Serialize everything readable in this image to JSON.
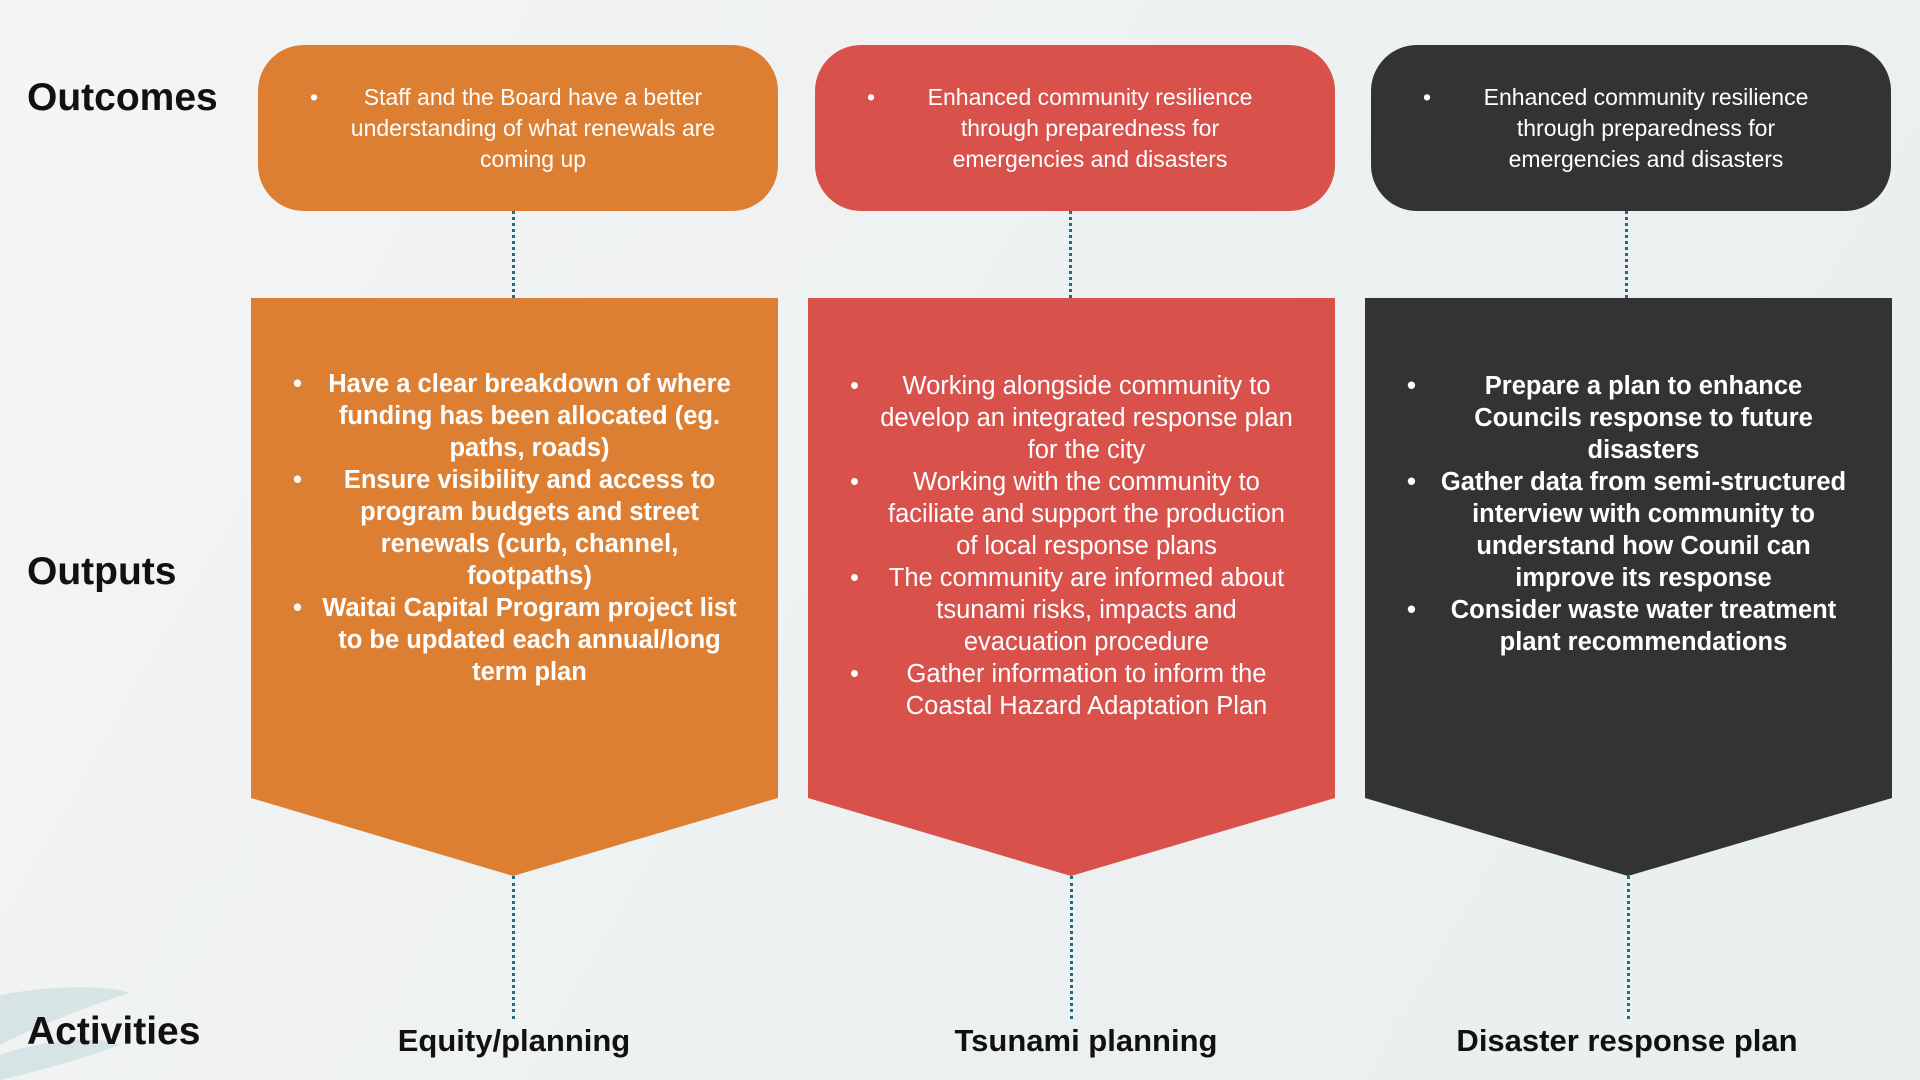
{
  "row_labels": {
    "outcomes": "Outcomes",
    "outputs": "Outputs",
    "activities": "Activities"
  },
  "colors": {
    "orange": "#DD7F33",
    "red": "#D9514B",
    "dark": "#333333",
    "connector": "#1F6D80"
  },
  "columns": [
    {
      "activity": "Equity/planning",
      "outcomes": [
        "Staff and the Board have a better understanding of what renewals are coming up"
      ],
      "outputs": [
        "Have a clear breakdown of where funding has been allocated (eg. paths, roads)",
        "Ensure visibility and access to program budgets and street renewals (curb, channel, footpaths)",
        "Waitai Capital Program project list to be updated each annual/long term plan"
      ]
    },
    {
      "activity": "Tsunami planning",
      "outcomes": [
        "Enhanced community resilience through preparedness for emergencies and disasters"
      ],
      "outputs": [
        "Working alongside community to develop an integrated response plan for the city",
        "Working with the community to faciliate and support the production of local response plans",
        "The community are informed about tsunami risks, impacts and evacuation procedure",
        "Gather information to inform the Coastal Hazard Adaptation Plan"
      ]
    },
    {
      "activity": "Disaster response plan",
      "outcomes": [
        "Enhanced community resilience through preparedness for emergencies and disasters"
      ],
      "outputs": [
        "Prepare a plan to enhance Councils response to future disasters",
        "Gather data from semi-structured interview with community to understand how Counil can improve its response",
        "Consider waste water treatment plant recommendations"
      ]
    }
  ]
}
